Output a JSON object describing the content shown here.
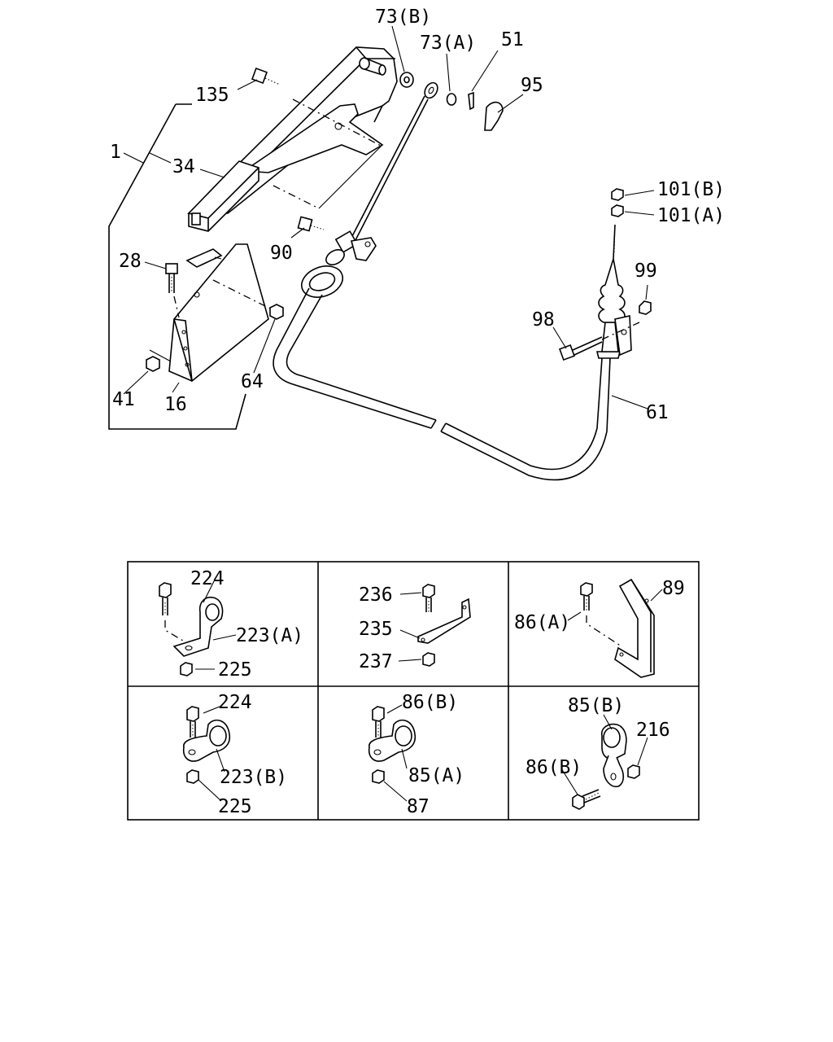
{
  "main_labels": {
    "p73b": "73(B)",
    "p73a": "73(A)",
    "p51": "51",
    "p95": "95",
    "p135": "135",
    "p1": "1",
    "p34": "34",
    "p101b": "101(B)",
    "p101a": "101(A)",
    "p90": "90",
    "p28": "28",
    "p99": "99",
    "p98": "98",
    "p41": "41",
    "p16": "16",
    "p64": "64",
    "p61": "61"
  },
  "detail_labels": {
    "c1": {
      "a": "224",
      "b": "223(A)",
      "c": "225"
    },
    "c2": {
      "a": "236",
      "b": "235",
      "c": "237"
    },
    "c3": {
      "a": "86(A)",
      "b": "89"
    },
    "c4": {
      "a": "224",
      "b": "223(B)",
      "c": "225"
    },
    "c5": {
      "a": "86(B)",
      "b": "85(A)",
      "c": "87"
    },
    "c6": {
      "a": "85(B)",
      "b": "216",
      "c": "86(B)"
    }
  }
}
